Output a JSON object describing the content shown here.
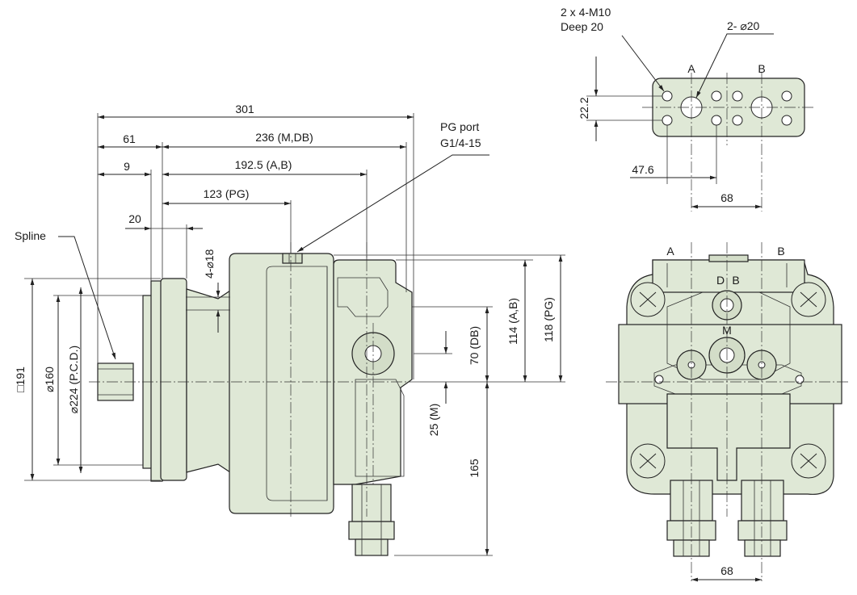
{
  "side_view": {
    "dims": {
      "overall": "301",
      "m_db": "236 (M,DB)",
      "a_b": "192.5 (A,B)",
      "pg": "123 (PG)",
      "d61": "61",
      "d9": "9",
      "d20": "20",
      "holes": "4-⌀18",
      "sq191": "□191",
      "d160": "⌀160",
      "pcd224": "⌀224 (P.C.D.)",
      "v114": "114 (A,B)",
      "v118": "118 (PG)",
      "v70": "70 (DB)",
      "v25": "25 (M)",
      "v165": "165"
    },
    "labels": {
      "spline": "Spline",
      "pg_port_line1": "PG port",
      "pg_port_line2": "G1/4-15"
    }
  },
  "port_detail": {
    "note_line1": "2 x 4-M10",
    "note_line2": "Deep 20",
    "holes": "2- ⌀20",
    "port_a": "A",
    "port_b": "B",
    "d22": "22.2",
    "d47": "47.6",
    "d68": "68"
  },
  "front_view": {
    "port_a": "A",
    "port_b": "B",
    "port_d": "D",
    "port_db": "B",
    "port_m": "M",
    "d68": "68"
  }
}
